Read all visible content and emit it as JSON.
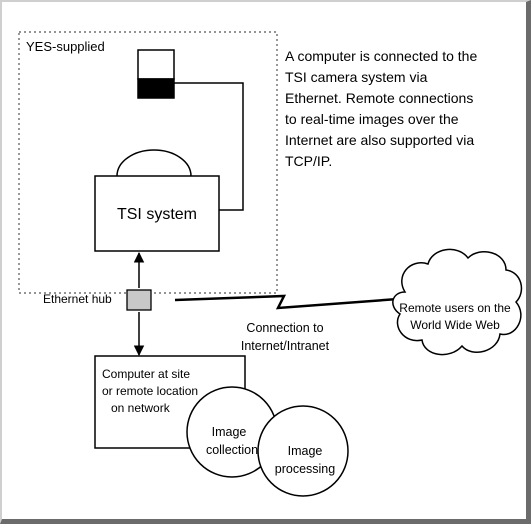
{
  "region_label": "YES-supplied",
  "description_lines": [
    "A computer is connected to the",
    "TSI camera system via",
    "Ethernet. Remote connections",
    "to real-time images over the",
    "Internet are also supported via",
    "TCP/IP."
  ],
  "tsi_system_label": "TSI system",
  "hub_label": "Ethernet hub",
  "connection_label_lines": [
    "Connection to",
    "Internet/Intranet"
  ],
  "remote_label_lines": [
    "Remote users on the",
    "World Wide Web"
  ],
  "computer_label_lines": [
    "Computer at site",
    "or remote location",
    "on network"
  ],
  "image_collection_lines": [
    "Image",
    "collection"
  ],
  "image_processing_lines": [
    "Image",
    "processing"
  ]
}
